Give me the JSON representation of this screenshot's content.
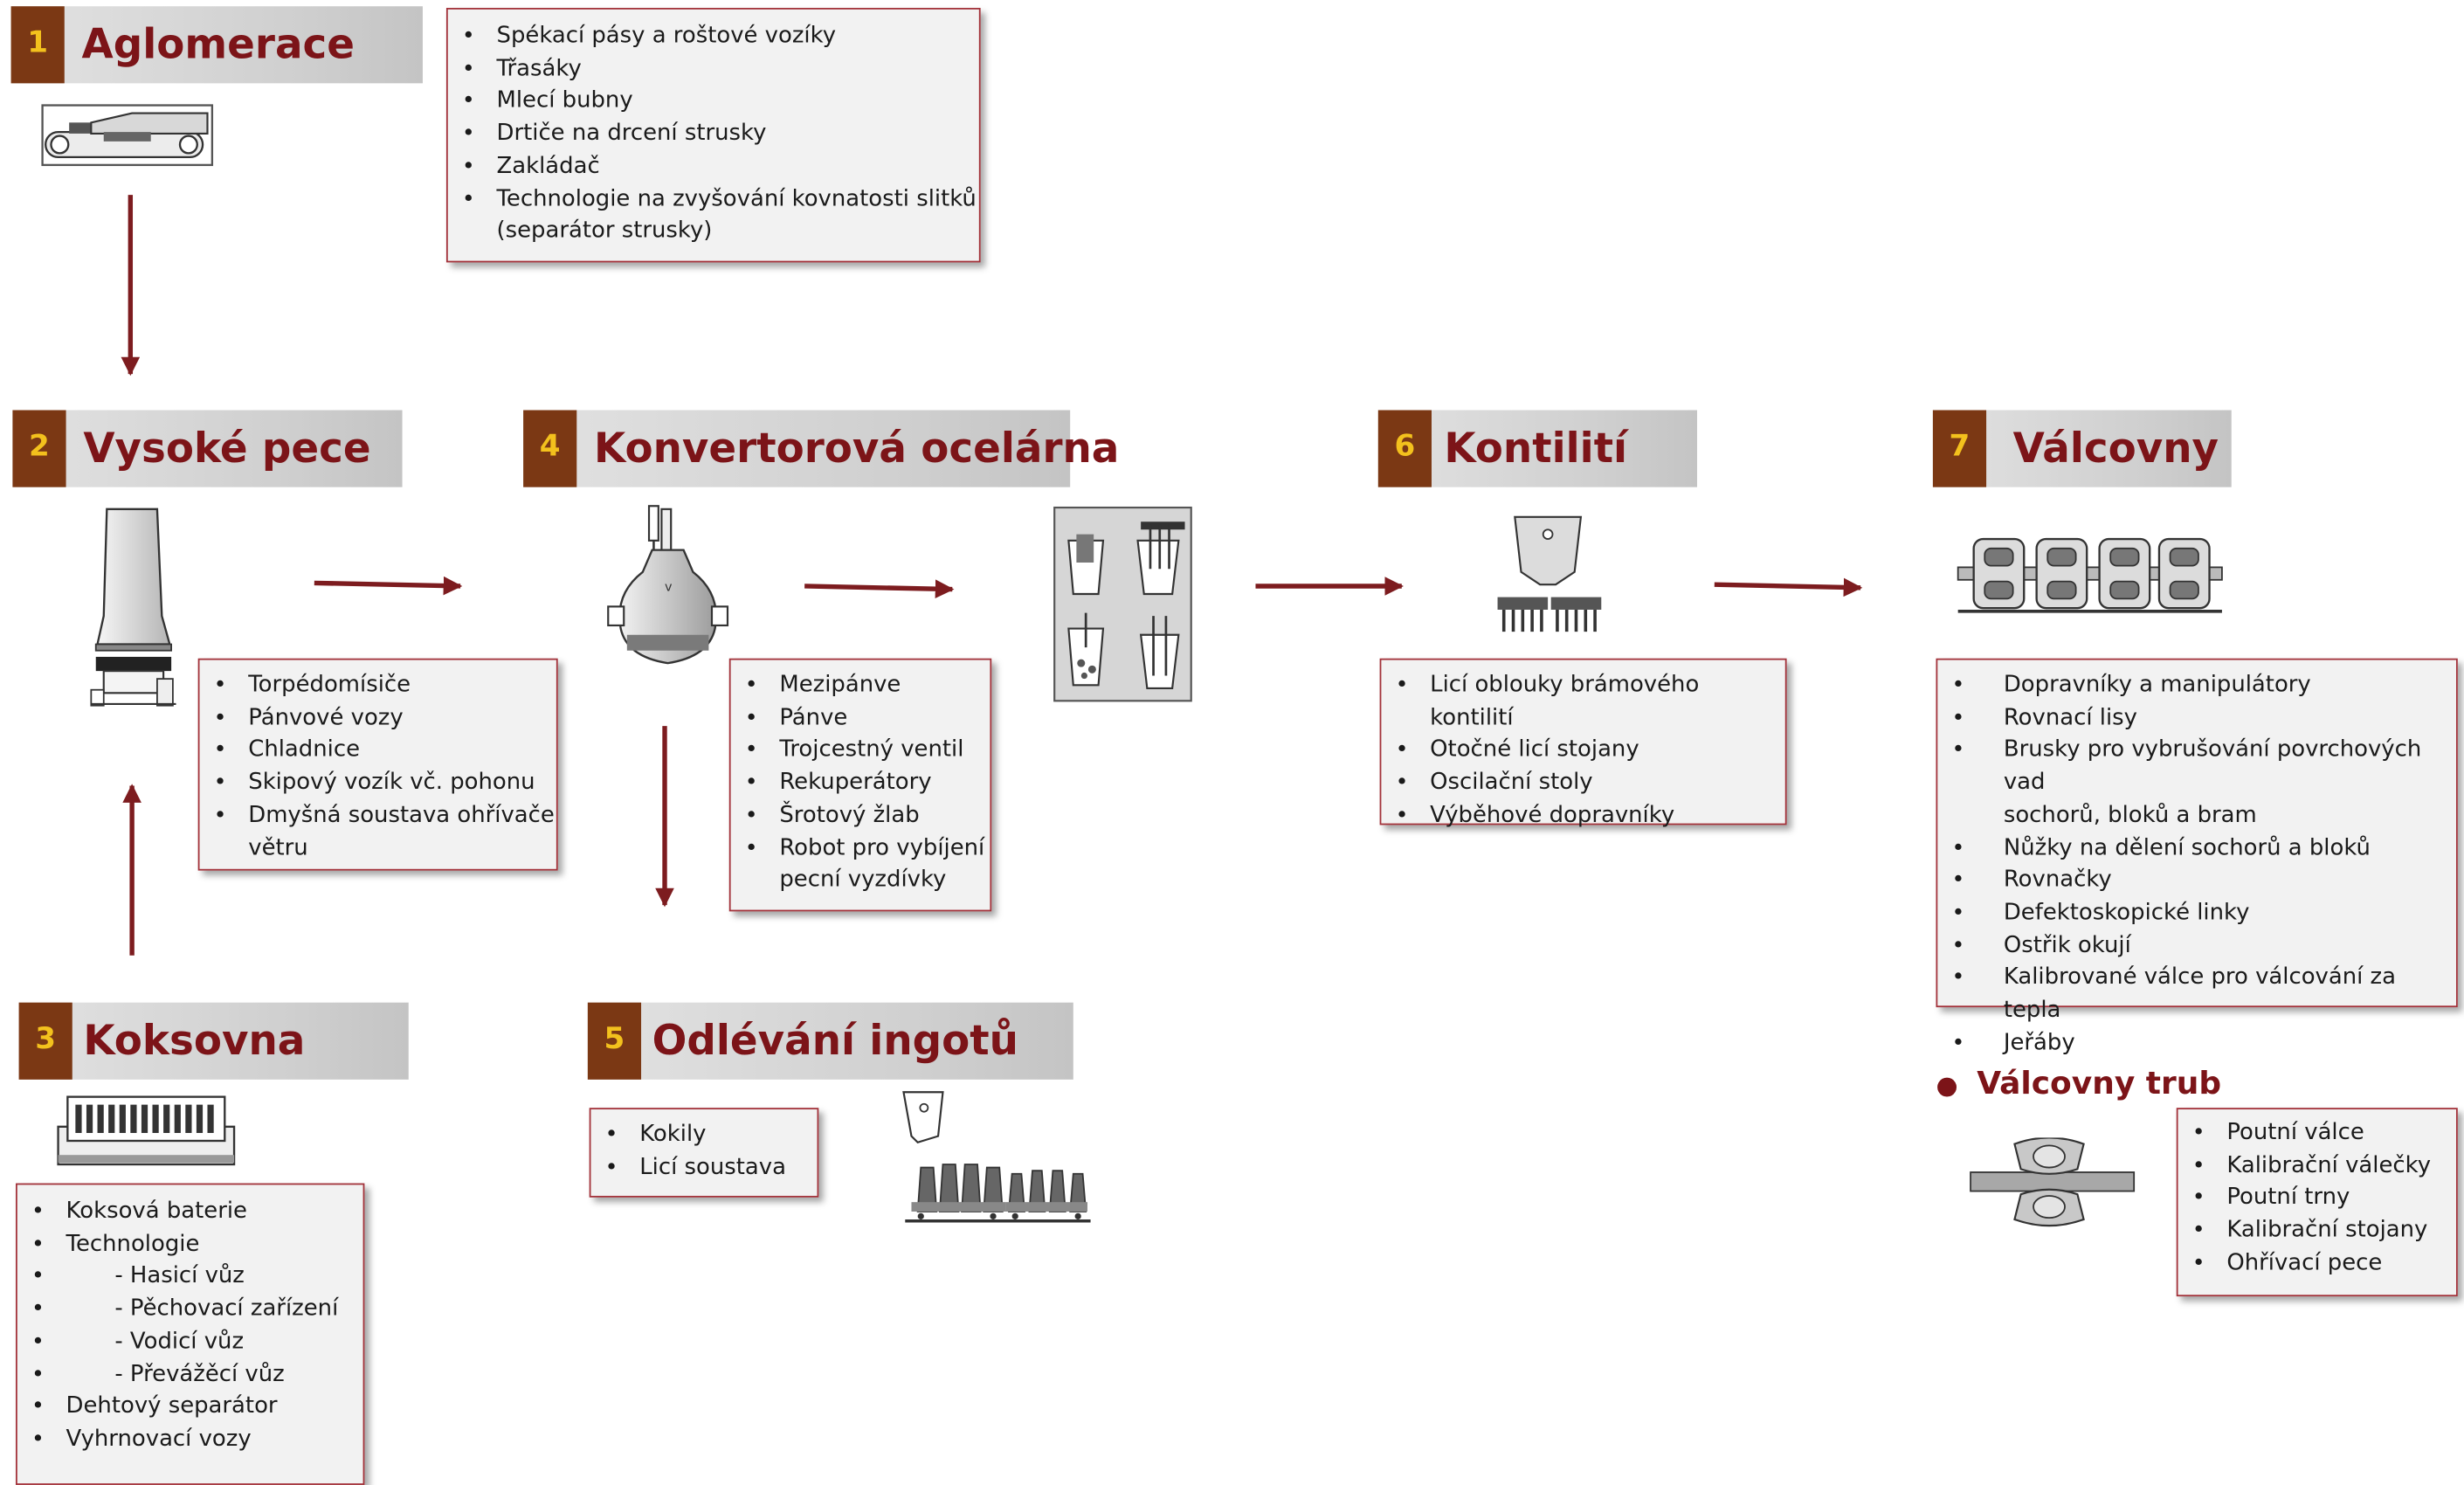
{
  "colors": {
    "accent": "#7c1418",
    "badge": "#7b3814",
    "badge_text": "#f3c11d",
    "arrow": "#7d1c1f",
    "box_border": "#a3323a"
  },
  "sections": {
    "s1": {
      "num": "1",
      "title": "Aglomerace",
      "icon": "sinter-belt-icon",
      "items": [
        "Spékací pásy a roštové vozíky",
        "Třasáky",
        "Mlecí bubny",
        "Drtiče na drcení strusky",
        "Zakládač",
        "Technologie na zvyšování kovnatosti slitků",
        "(separátor strusky)"
      ]
    },
    "s2": {
      "num": "2",
      "title": "Vysoké pece",
      "icon": "blast-furnace-icon",
      "items": [
        "Torpédomísiče",
        "Pánvové vozy",
        "Chladnice",
        "Skipový vozík vč. pohonu",
        "Dmyšná soustava ohřívače",
        "větru"
      ]
    },
    "s3": {
      "num": "3",
      "title": "Koksovna",
      "icon": "coke-oven-battery-icon",
      "items": [
        "Koksová baterie",
        "Technologie",
        "-  Hasicí vůz",
        "- Pěchovací zařízení",
        "- Vodicí vůz",
        "- Převážěcí vůz",
        "Dehtový separátor",
        "Vyhrnovací vozy"
      ]
    },
    "s4": {
      "num": "4",
      "title": "Konvertorová ocelárna",
      "icon": "converter-icon",
      "icon2": "ladle-operations-icon",
      "items": [
        "Mezipánve",
        "Pánve",
        "Trojcestný ventil",
        "Rekuperátory",
        "Šrotový žlab",
        "Robot pro vybíjení",
        "pecní vyzdívky"
      ]
    },
    "s5": {
      "num": "5",
      "title": "Odlévání ingotů",
      "icon": "ingot-casting-icon",
      "items": [
        "Kokily",
        "Licí soustava"
      ]
    },
    "s6": {
      "num": "6",
      "title": "Kontilití",
      "icon": "continuous-caster-icon",
      "items": [
        "Licí oblouky brámového kontilití",
        "Otočné licí stojany",
        "Oscilační stoly",
        "Výběhové dopravníky"
      ]
    },
    "s7": {
      "num": "7",
      "title": "Válcovny",
      "icon": "rolling-mill-icon",
      "items": [
        "Dopravníky a manipulátory",
        "Rovnací lisy",
        "Brusky pro vybrušování povrchových vad",
        "sochorů, bloků a bram",
        "Nůžky na dělení sochorů a bloků",
        "Rovnačky",
        "Defektoskopické linky",
        "Ostřik okují",
        "Kalibrované válce pro válcování za tepla",
        "Jeřáby"
      ]
    },
    "tubes": {
      "title": "Válcovny trub",
      "icon": "tube-rolling-icon",
      "items": [
        "Poutní válce",
        "Kalibrační válečky",
        "Poutní trny",
        "Kalibrační stojany",
        "Ohřívací pece"
      ]
    }
  }
}
